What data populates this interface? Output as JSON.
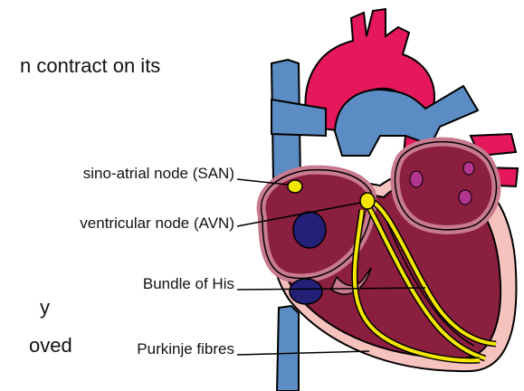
{
  "text_fragments": {
    "top_line": "n contract on its",
    "mid_fragment": "y",
    "bottom_fragment": "oved"
  },
  "labels": {
    "san": "sino-atrial node (SAN)",
    "avn": "ventricular node (AVN)",
    "his": "Bundle of His",
    "purkinje": "Purkinje fibres"
  },
  "colors": {
    "aorta": "#e4185a",
    "vena_cava": "#5b8cc4",
    "myocardium": "#8b1f3f",
    "chamber_border": "#c87a8e",
    "node_yellow": "#f3e600",
    "dark_blue": "#241f77",
    "purple_spot": "#b23690",
    "pericardium": "#f6c2be"
  }
}
